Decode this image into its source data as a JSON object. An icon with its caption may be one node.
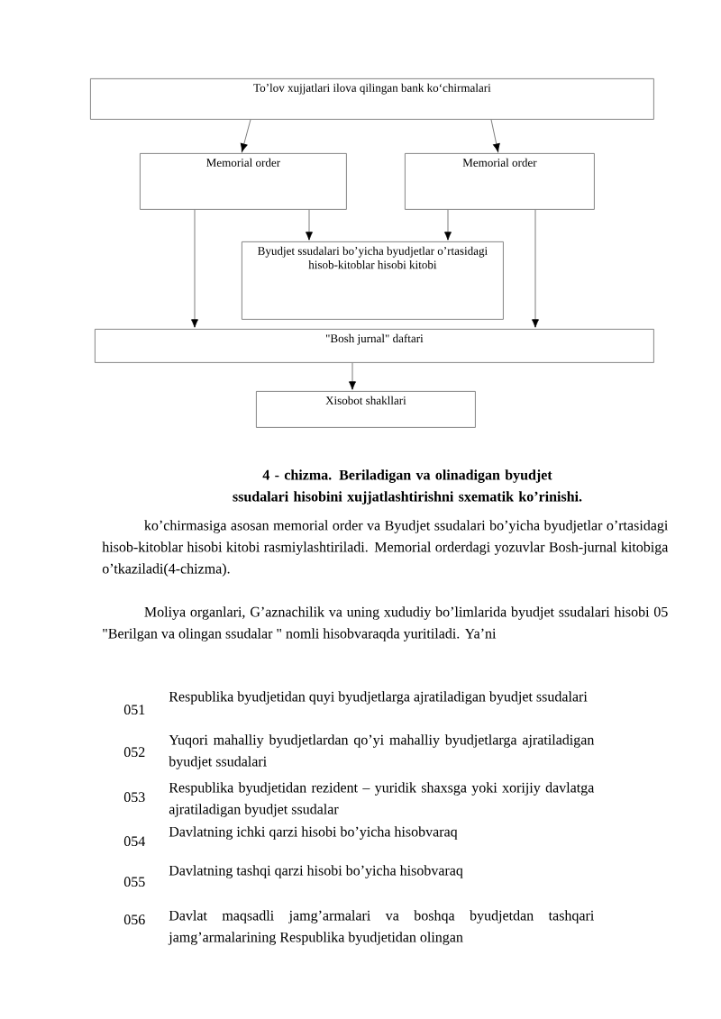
{
  "diagram": {
    "caption": "4 - chizma. Beriladigan va olinadigan byudjet ssudalari hisobini xujjatlashtirishni sxematik ko’rinishi.",
    "nodes": [
      {
        "text": [
          "To’lov xujjatlari ilova qilingan bank ko‘chirmalari"
        ]
      },
      {
        "text": [
          "Memorial order"
        ]
      },
      {
        "text": [
          "Memorial order"
        ]
      },
      {
        "text": [
          "Byudjet ssudalari bo’yicha byudjetlar o’rtasidagi hisob-kitoblar hisobi kitobi"
        ]
      },
      {
        "text": [
          "\"Bosh jurnal\" daftari"
        ]
      },
      {
        "text": [
          "Xisobot shakllari"
        ]
      }
    ],
    "edges": [
      {
        "from": 0,
        "to": 1,
        "arrow": "to"
      },
      {
        "from": 0,
        "to": 2,
        "arrow": "to"
      },
      {
        "from": 1,
        "to": 3,
        "arrow": "to"
      },
      {
        "from": 2,
        "to": 3,
        "arrow": "to"
      },
      {
        "from": 1,
        "to": 4,
        "arrow": "to"
      },
      {
        "from": 2,
        "to": 4,
        "arrow": "to"
      },
      {
        "from": 4,
        "to": 5,
        "arrow": "to"
      }
    ],
    "labels": [
      "ko’chirmasiga asosan memorial order va Byudjet ssudalari bo’yicha byudjetlar o’rtasidagi hisob-kitoblar hisobi kitobi rasmiylashtiriladi. Memorial orderdagi yozuvlar Bosh-jurnal kitobiga o’tkaziladi(4-chizma).",
      "Moliya organlari, G’aznachilik va uning xududiy bo’limlarida byudjet ssudalari hisobi 05 \"Berilgan va olingan ssudalar \" nomli hisobvaraqda yuritiladi. Ya’ni",
      "051",
      "Respublika byudjetidan quyi byudjetlarga ajratiladigan byudjet ssudalari",
      "052",
      "Yuqori mahalliy byudjetlardan qo’yi mahalliy byudjetlarga ajratiladigan byudjet ssudalari",
      "053",
      "Respublika byudjetidan rezident – yuridik shaxsga yoki xorijiy davlatga ajratiladigan byudjet ssudalar",
      "054",
      "Davlatning ichki qarzi hisobi bo’yicha hisobvaraq",
      "055",
      "Davlatning tashqi qarzi hisobi bo’yicha hisobvaraq",
      "056",
      "Davlat maqsadli jamg’armalari va boshqa byudjetdan tashqari jamg’armalarining Respublika byudjetidan olingan"
    ]
  }
}
